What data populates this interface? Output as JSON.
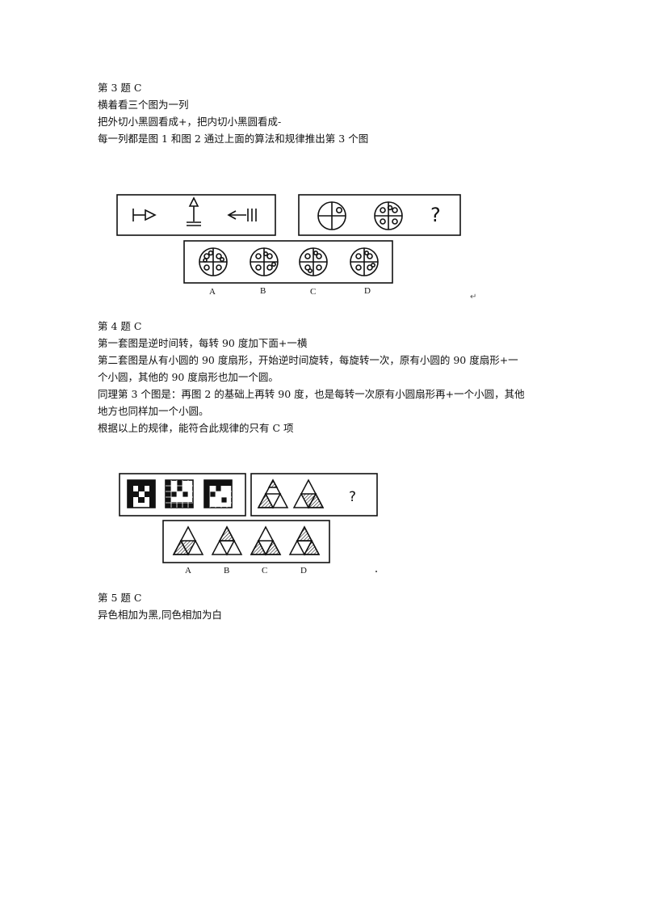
{
  "section3": {
    "title": "第 3 题 C",
    "lines": [
      "横着看三个图为一列",
      "把外切小黑圆看成+，把内切小黑圆看成-",
      "每一列都是图 1 和图 2 通过上面的算法和规律推出第 3 个图"
    ],
    "figure": {
      "question_mark": "?",
      "options": [
        "A",
        "B",
        "C",
        "D"
      ],
      "mark": "↵"
    }
  },
  "section4": {
    "title": "第 4 题 C",
    "lines": [
      "第一套图是逆时间转，每转 90 度加下面+一横",
      "第二套图是从有小圆的 90 度扇形，开始逆时间旋转，每旋转一次，原有小圆的 90 度扇形+一",
      "个小圆，其他的 90 度扇形也加一个圆。",
      "同理第 3 个图是：再图 2 的基础上再转 90 度，也是每转一次原有小圆扇形再+一个小圆，其他",
      "地方也同样加一个小圆。",
      "根据以上的规律，能符合此规律的只有 C 项"
    ],
    "figure": {
      "question_mark": "?",
      "options": [
        "A",
        "B",
        "C",
        "D"
      ]
    }
  },
  "section5": {
    "title": "第 5 题 C",
    "lines": [
      "异色相加为黑,同色相加为白"
    ]
  }
}
